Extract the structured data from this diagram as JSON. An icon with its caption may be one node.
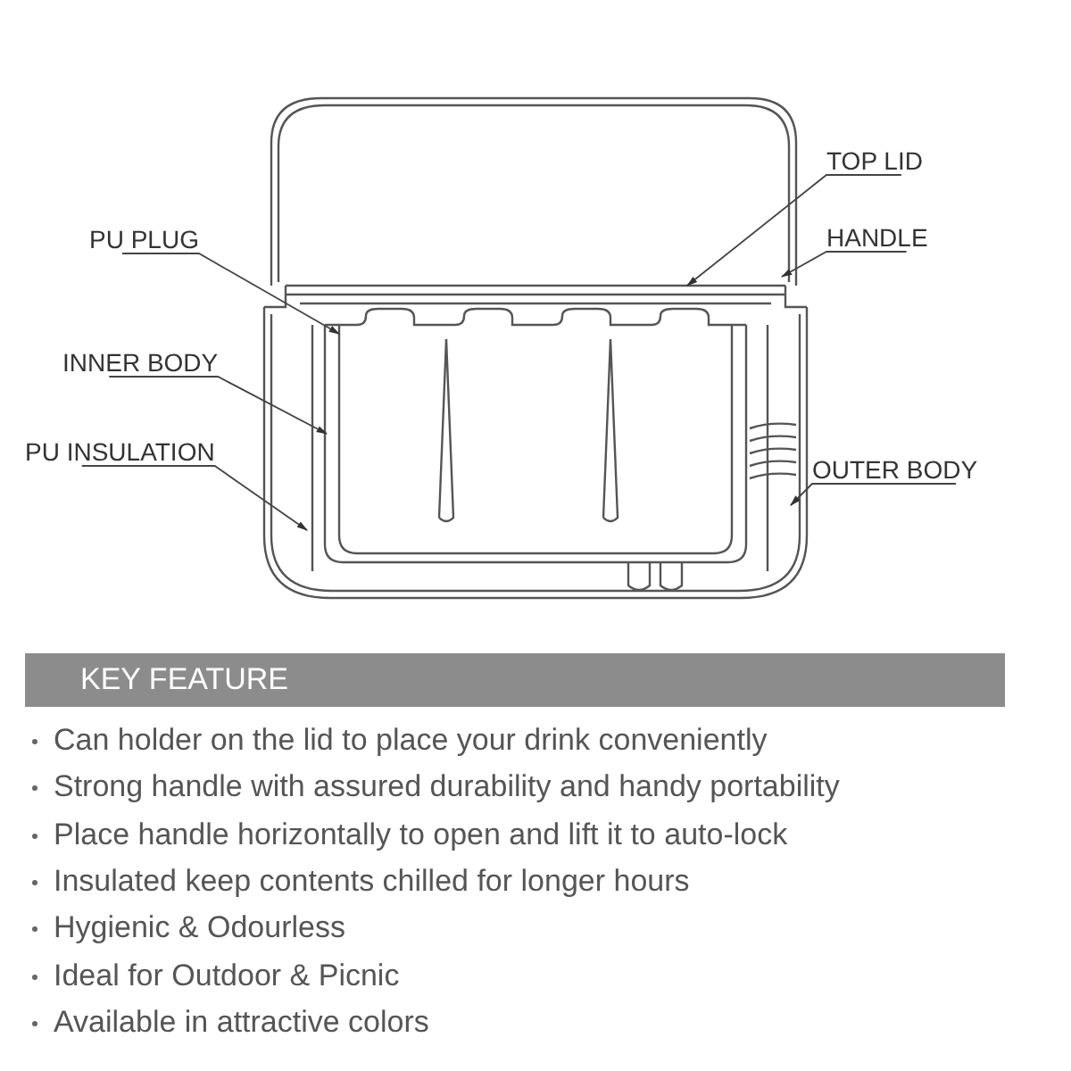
{
  "diagram": {
    "nodes": [
      {
        "text": [
          "TOP LID"
        ]
      },
      {
        "text": [
          "PU PLUG"
        ]
      },
      {
        "text": [
          "HANDLE"
        ]
      },
      {
        "text": [
          "INNER BODY"
        ]
      },
      {
        "text": [
          "PU INSULATION"
        ]
      },
      {
        "text": [
          "OUTER BODY"
        ]
      },
      {
        "text": [
          "KEY FEATURE"
        ]
      }
    ],
    "edges": [
      {
        "from": 0,
        "to": null,
        "arrow": "to"
      },
      {
        "from": 1,
        "to": null,
        "arrow": "to"
      },
      {
        "from": 2,
        "to": null,
        "arrow": "to"
      },
      {
        "from": 3,
        "to": null,
        "arrow": "to"
      },
      {
        "from": 4,
        "to": null,
        "arrow": "to"
      },
      {
        "from": 5,
        "to": null,
        "arrow": "to"
      }
    ],
    "labels": [
      "Can holder on the lid to place your drink conveniently",
      "Strong handle with assured durability and handy portability",
      "Place handle horizontally to open and lift it to auto-lock",
      "Insulated keep contents chilled for longer hours",
      "Hygienic & Odourless",
      "Ideal for Outdoor & Picnic",
      "Available in attractive colors"
    ]
  }
}
